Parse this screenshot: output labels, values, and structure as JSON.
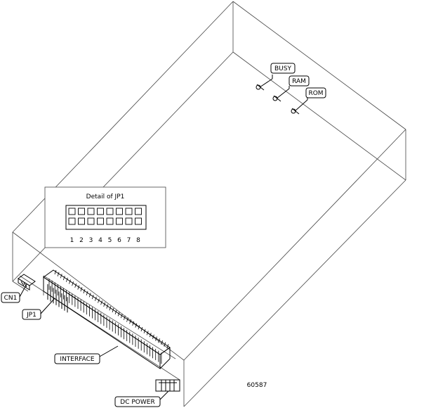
{
  "labels": {
    "busy": "BUSY",
    "ram": "RAM",
    "rom": "ROM",
    "cn1": "CN1",
    "jp1": "JP1",
    "interface": "INTERFACE",
    "dc_power": "DC POWER"
  },
  "detail": {
    "title": "Detail of JP1",
    "pin_numbers": [
      "1",
      "2",
      "3",
      "4",
      "5",
      "6",
      "7",
      "8"
    ]
  },
  "figure_id": "60587"
}
